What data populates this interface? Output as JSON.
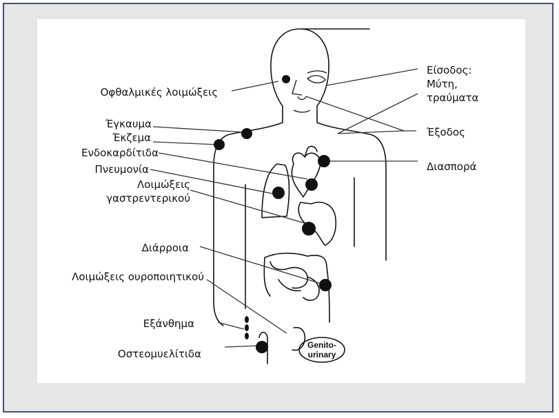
{
  "figure": {
    "colors": {
      "frame_background": "#e6e6e7",
      "frame_border": "#3e4e78",
      "panel_background": "#ffffff",
      "ink": "#111111"
    },
    "left_labels": {
      "eye_infections": "Οφθαλμικές λοιμώξεις",
      "burn": "Έγκαυμα",
      "eczema": "Έκζεμα",
      "endocarditis": "Ενδοκαρδίτιδα",
      "pneumonia": "Πνευμονία",
      "gi_infections_line1": "Λοιμώξεις",
      "gi_infections_line2": "γαστρεντερικού",
      "diarrhea": "Διάρροια",
      "urinary_infections": "Λοιμώξεις ουροποιητικού",
      "rash": "Εξάνθημα",
      "osteomyelitis": "Οστεομυελίτιδα"
    },
    "right_labels": {
      "entry_line1": "Είσοδος:",
      "entry_line2": "Μύτη,",
      "entry_line3": "τραύματα",
      "exit": "Έξοδος",
      "dissemination": "Διασπορά"
    },
    "organ_labels": {
      "genitourinary_line1": "Genito-",
      "genitourinary_line2": "urinary"
    }
  }
}
